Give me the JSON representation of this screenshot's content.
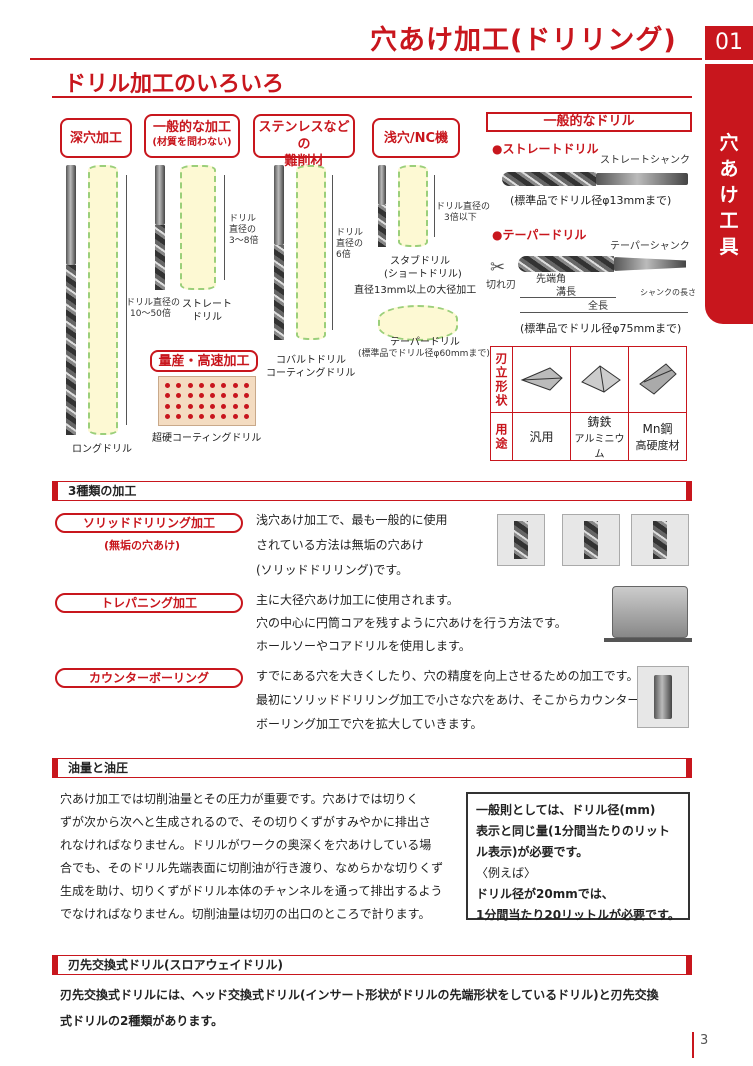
{
  "header": {
    "title": "穴あけ加工(ドリリング)",
    "chapter_num": "01",
    "side_tab": "穴あけ工具",
    "page_number": "3"
  },
  "section1": {
    "title": "ドリル加工のいろいろ",
    "categories": {
      "deep": "深穴加工",
      "general_line1": "一般的な加工",
      "general_line2": "(材質を問わない)",
      "stainless_line1": "ステンレスなどの",
      "stainless_line2": "難削材",
      "shallow": "浅穴/NC機",
      "mass": "量産・高速加工"
    },
    "dims": {
      "long": [
        "ドリル直径の",
        "10～50倍"
      ],
      "straight": [
        "ドリル",
        "直径の",
        "3～8倍"
      ],
      "cobalt": [
        "ドリル",
        "直径の",
        "6倍"
      ],
      "stub": [
        "ドリル直径の",
        "3倍以下"
      ]
    },
    "captions": {
      "long": "ロングドリル",
      "straight": [
        "ストレート",
        "ドリル"
      ],
      "cobalt": [
        "コバルトドリル",
        "コーティングドリル"
      ],
      "stub": [
        "スタブドリル",
        "(ショートドリル)"
      ],
      "large": "直径13mm以上の大径加工",
      "taper": "テーパードリル",
      "taper_note": "(標準品でドリル径φ60mmまで)",
      "carbide": "超硬コーティングドリル"
    }
  },
  "right_panel": {
    "title": "一般的なドリル",
    "straight_title": "●ストレートドリル",
    "straight_shank": "ストレートシャンク",
    "straight_note": "(標準品でドリル径φ13mmまで)",
    "taper_title": "●テーパードリル",
    "taper_shank": "テーパーシャンク",
    "tip_angle": "先端角",
    "cutting_edge": "切れ刃",
    "groove_length": "溝長",
    "total_length": "全長",
    "shank_length": "シャンクの長さ",
    "taper_note": "(標準品でドリル径φ75mmまで)",
    "table": {
      "row1_head": "刃立形状",
      "row2_head": "用途",
      "uses": [
        [
          "汎用"
        ],
        [
          "鋳鉄",
          "アルミニウム"
        ],
        [
          "Mn鋼",
          "高硬度材"
        ]
      ]
    }
  },
  "section2": {
    "title": "3種類の加工",
    "methods": [
      {
        "name": "ソリッドドリリング加工",
        "sub": "(無垢の穴あけ)",
        "lines": [
          "浅穴あけ加工で、最も一般的に使用",
          "されている方法は無垢の穴あけ",
          "(ソリッドドリリング)です。"
        ]
      },
      {
        "name": "トレパニング加工",
        "lines": [
          "主に大径穴あけ加工に使用されます。",
          "穴の中心に円筒コアを残すように穴あけを行う方法です。",
          "ホールソーやコアドリルを使用します。"
        ]
      },
      {
        "name": "カウンターボーリング",
        "lines": [
          "すでにある穴を大きくしたり、穴の精度を向上させるための加工です。",
          "最初にソリッドドリリング加工で小さな穴をあけ、そこからカウンター",
          "ボーリング加工で穴を拡大していきます。"
        ]
      }
    ]
  },
  "section3": {
    "title": "油量と油圧",
    "lines": [
      "穴あけ加工では切削油量とその圧力が重要です。穴あけでは切りく",
      "ずが次から次へと生成されるので、その切りくずがすみやかに排出さ",
      "れなければなりません。ドリルがワークの奥深くを穴あけしている場",
      "合でも、そのドリル先端表面に切削油が行き渡り、なめらかな切りくず",
      "生成を助け、切りくずがドリル本体のチャンネルを通って排出するよう",
      "でなければなりません。切削油量は切刃の出口のところで計ります。"
    ],
    "box": {
      "l1": "一般則としては、ドリル径(mm)",
      "l2": "表示と同じ量(1分間当たりのリット",
      "l3": "ル表示)が必要です。",
      "l4": "〈例えば〉",
      "l5": "ドリル径が20mmでは、",
      "l6": "1分間当たり20リットルが必要です。"
    }
  },
  "section4": {
    "title": "刃先交換式ドリル(スロアウェイドリル)",
    "lines": [
      "刃先交換式ドリルには、ヘッド交換式ドリル(インサート形状がドリルの先端形状をしているドリル)と刃先交換",
      "式ドリルの2種類があります。"
    ]
  }
}
